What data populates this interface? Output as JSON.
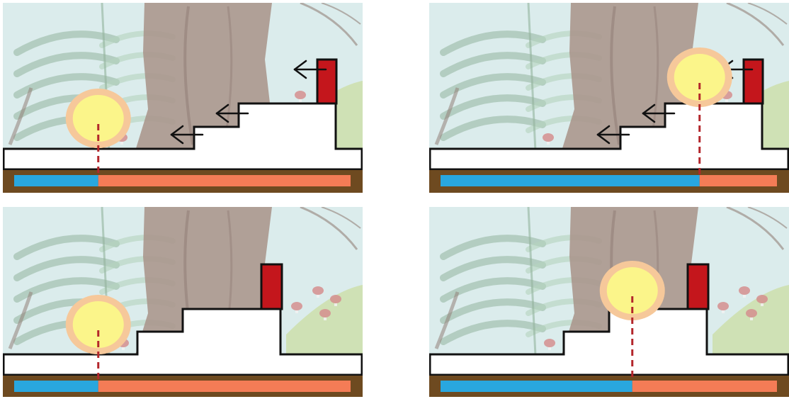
{
  "colors": {
    "sky": "#cfe6e6",
    "foliage": "#9cc4a8",
    "foliage_dark": "#6f9a7c",
    "trunk": "#8f7468",
    "trunk_dark": "#6f564c",
    "platform": "#ffffff",
    "outline": "#111111",
    "block": "#c4161c",
    "glow_outer": "#f6c89a",
    "glow_inner": "#fbf58a",
    "marker": "#b3262b",
    "bar_blue": "#29a7df",
    "bar_orange": "#f47c56",
    "ground": "#6e4a20",
    "arrow": "#111111"
  },
  "icons": {
    "block": "red-block-icon",
    "glow": "glowing-light-icon",
    "arrow": "left-arrow-icon",
    "marker": "dashed-position-marker"
  },
  "panels": [
    {
      "id": "top-left",
      "steps": "low",
      "arrows": true,
      "blue_fraction": 0.25
    },
    {
      "id": "top-right",
      "steps": "low",
      "arrows": true,
      "blue_fraction": 0.77
    },
    {
      "id": "bottom-left",
      "steps": "high",
      "arrows": false,
      "blue_fraction": 0.25
    },
    {
      "id": "bottom-right",
      "steps": "high",
      "arrows": false,
      "blue_fraction": 0.57
    }
  ]
}
